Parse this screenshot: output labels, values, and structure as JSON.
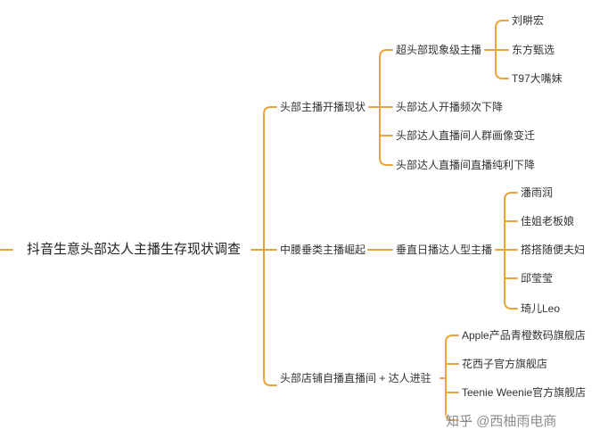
{
  "mindmap": {
    "root": "抖音生意头部达人主播生存现状调查",
    "branches": [
      {
        "label": "头部主播开播现状",
        "children": [
          {
            "label": "超头部现象级主播",
            "children": [
              "刘畊宏",
              "东方甄选",
              "T97大嘴妹"
            ]
          },
          {
            "label": "头部达人开播频次下降"
          },
          {
            "label": "头部达人直播间人群画像变迁"
          },
          {
            "label": "头部达人直播间直播纯利下降"
          }
        ]
      },
      {
        "label": "中腰垂类主播崛起",
        "children": [
          {
            "label": "垂直日播达人型主播",
            "children": [
              "潘雨润",
              "佳姐老板娘",
              "搭搭随便夫妇",
              "邱莹莹",
              "琦儿Leo"
            ]
          }
        ]
      },
      {
        "label": "头部店铺自播直播间 + 达人进驻",
        "children": [
          {
            "label": "Apple产品青橙数码旗舰店"
          },
          {
            "label": "花西子官方旗舰店"
          },
          {
            "label": "Teenie Weenie官方旗舰店"
          },
          {
            "label": "···"
          }
        ]
      }
    ]
  },
  "watermark": "知乎 @西柚雨电商",
  "colors": {
    "line": "#E8A33D",
    "text": "#333333"
  }
}
